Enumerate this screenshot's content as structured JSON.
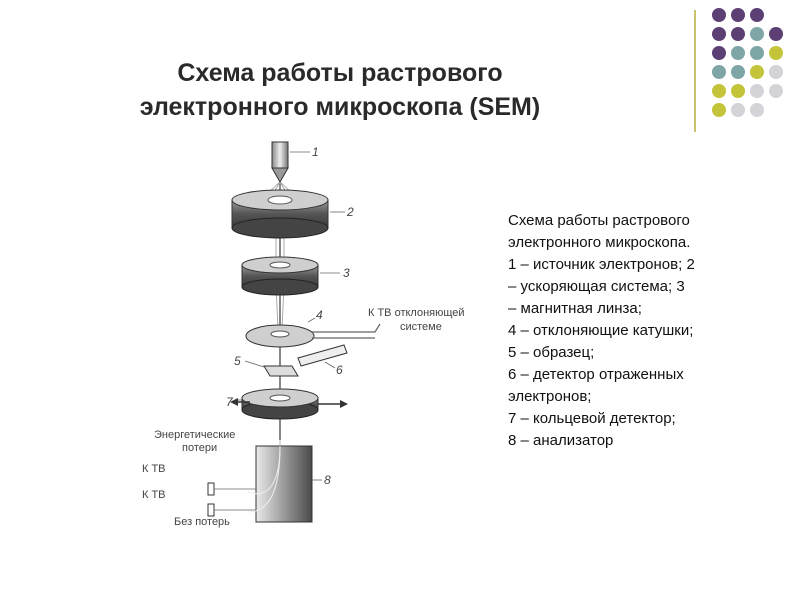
{
  "slide": {
    "title_line1": "Схема работы растрового",
    "title_line2": "электронного микроскопа (SEM)"
  },
  "description": {
    "lines": [
      "Схема работы растрового",
      "электронного микроскопа.",
      "1 – источник электронов; 2",
      "– ускоряющая система; 3",
      "– магнитная линза;",
      "4 – отклоняющие катушки;",
      "5 – образец;",
      "6 – детектор отраженных",
      "электронов;",
      "7 – кольцевой детектор;",
      "8 – анализатор"
    ]
  },
  "diagram": {
    "numbers": [
      "1",
      "2",
      "3",
      "4",
      "5",
      "6",
      "7",
      "8"
    ],
    "deflect_label_1": "К ТВ отклоняющей",
    "deflect_label_2": "системе",
    "energy_label_1": "Энергетические",
    "energy_label_2": "потери",
    "ktv_label": "К ТВ",
    "no_loss_label": "Без потерь"
  },
  "decor": {
    "colors": {
      "purple": "#5b3f75",
      "teal": "#7ea6a6",
      "olive": "#c4c43a",
      "grey": "#d3d3d8",
      "accent_line": "#c9c46a"
    }
  }
}
